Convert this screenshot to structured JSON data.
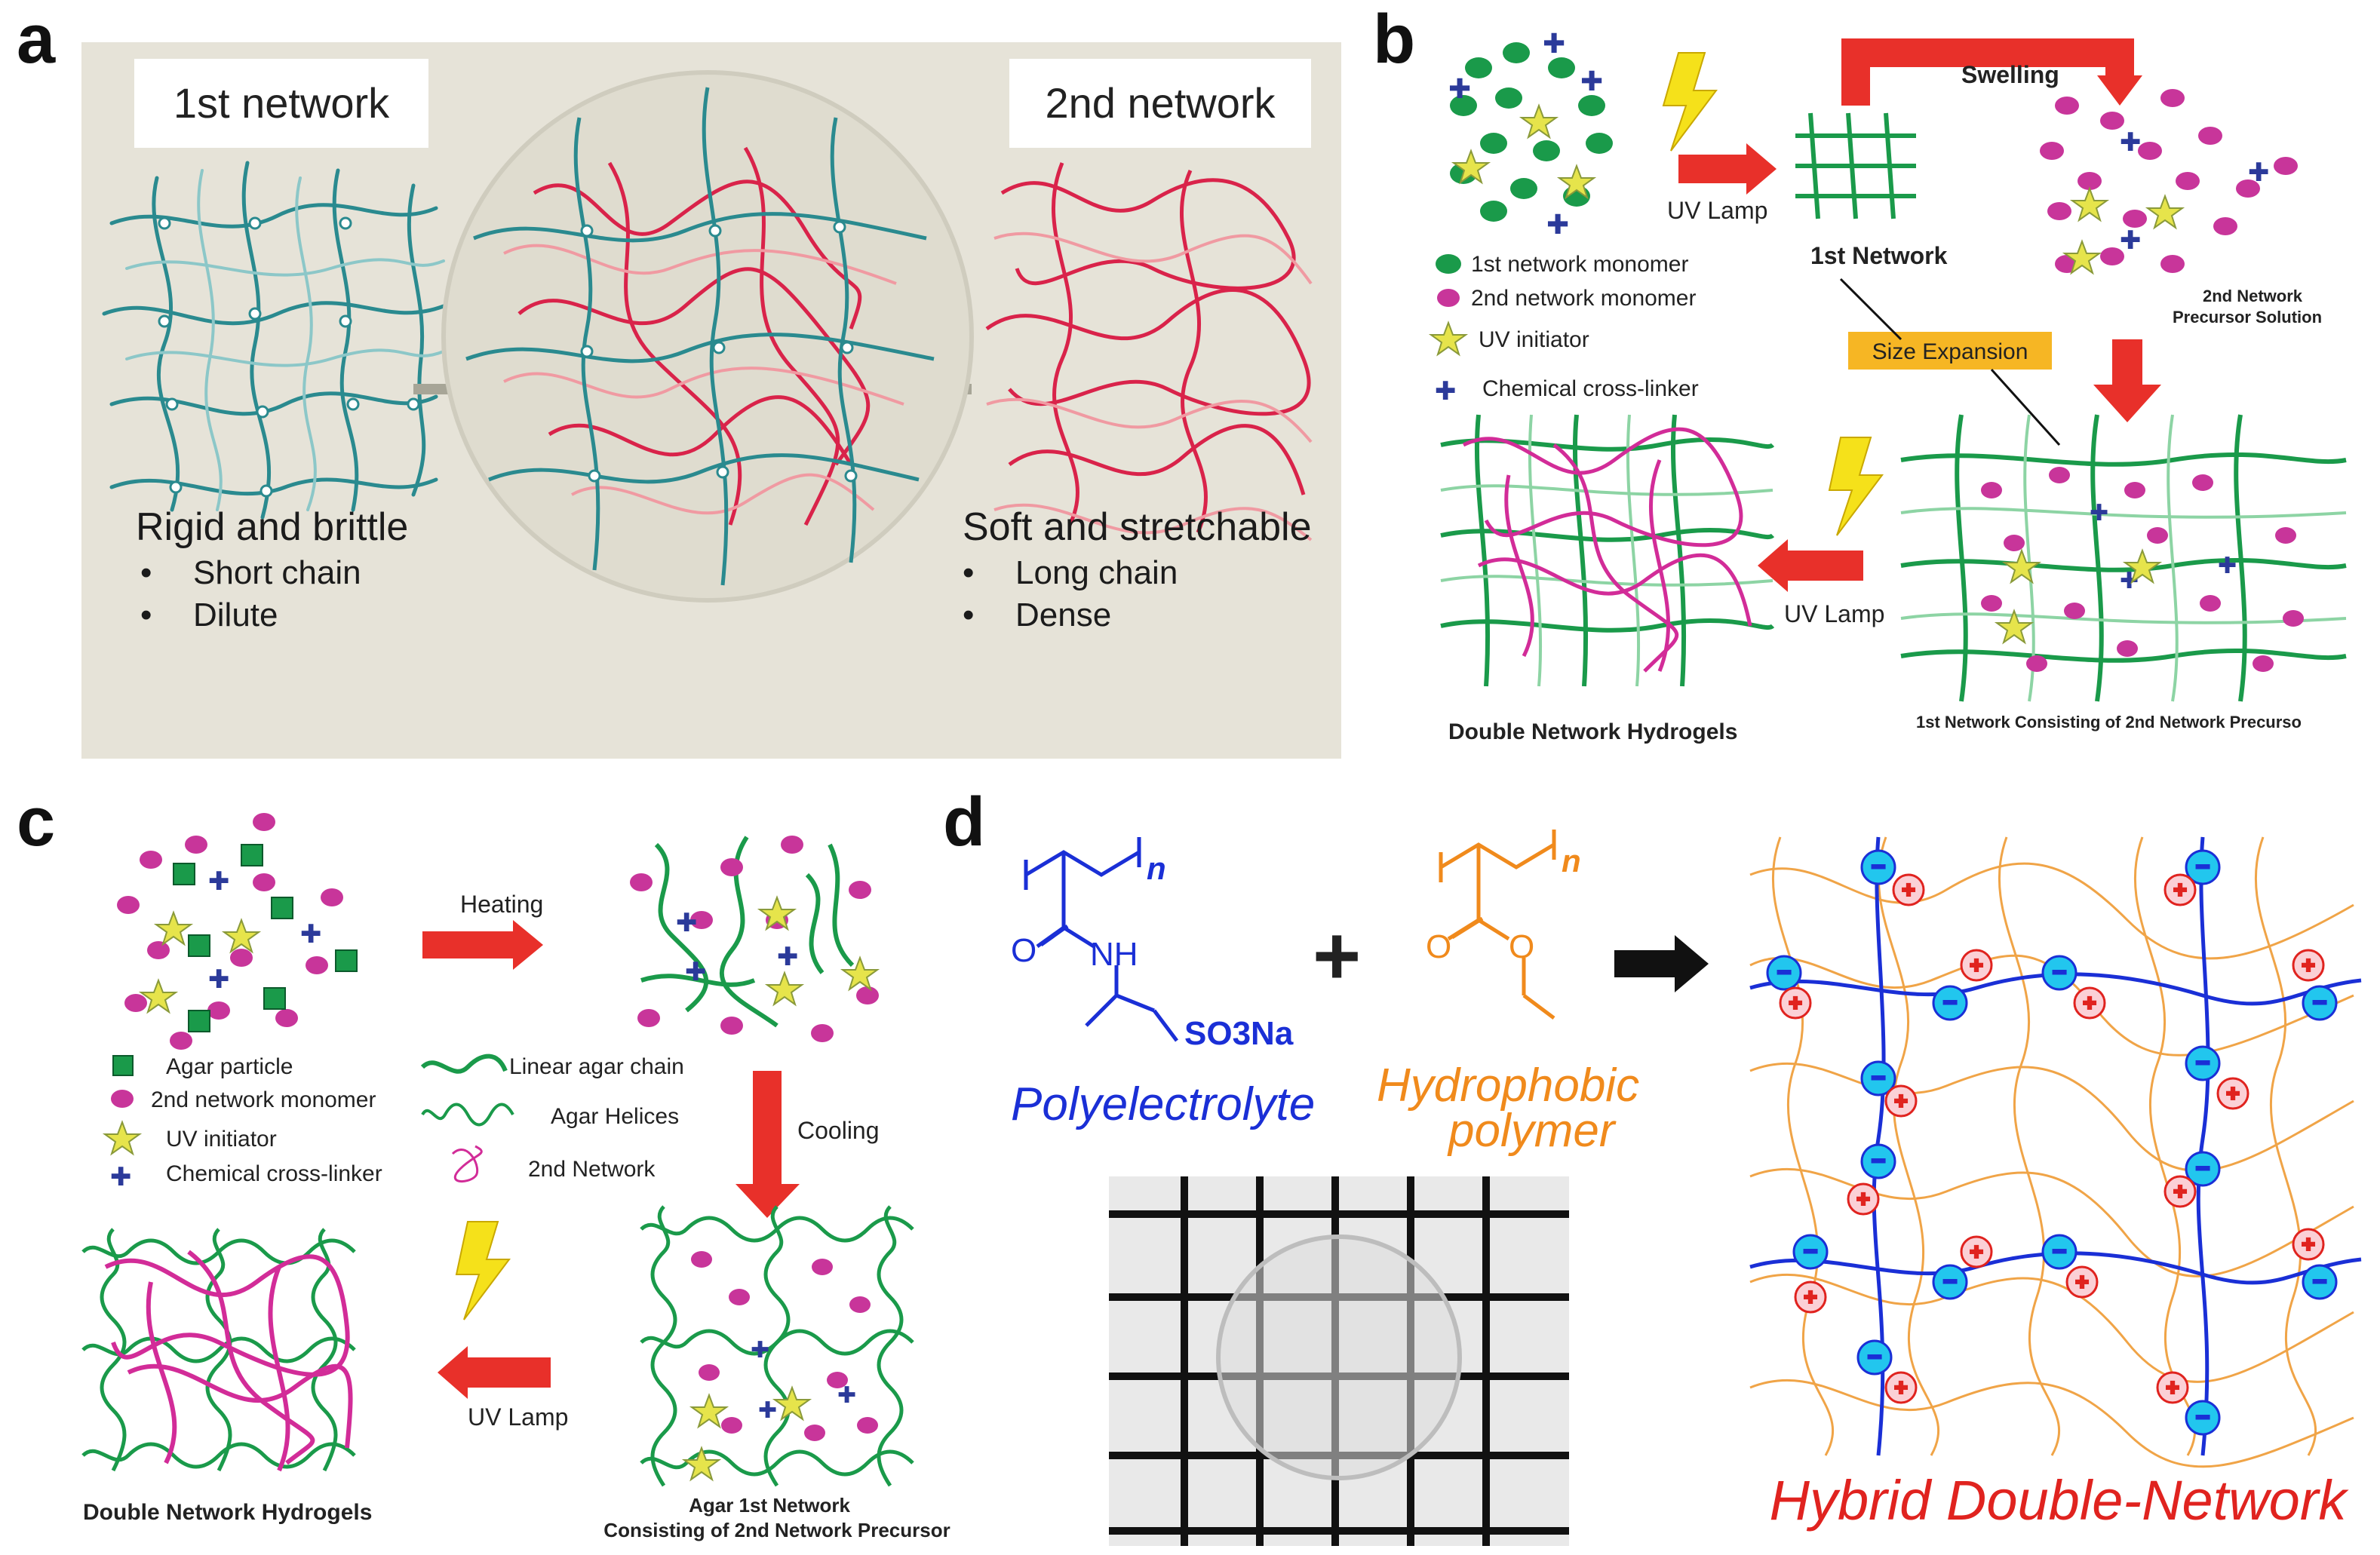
{
  "panel_a": {
    "letter": "a",
    "first_network_title": "1st network",
    "second_network_title": "2nd network",
    "left_heading": "Rigid and brittle",
    "left_bullets": [
      "Short chain",
      "Dilute"
    ],
    "right_heading": "Soft and stretchable",
    "right_bullets": [
      "Long chain",
      "Dense"
    ],
    "colors": {
      "background": "#e6e3d8",
      "first_network": "#2a8a8f",
      "second_network": "#d9234a"
    }
  },
  "panel_b": {
    "letter": "b",
    "uv_lamp_1": "UV Lamp",
    "swelling": "Swelling",
    "first_network": "1st Network",
    "second_network_precursor": [
      "2nd Network",
      "Precursor Solution"
    ],
    "size_expansion": "Size Expansion",
    "legend": {
      "monomer1": "1st network monomer",
      "monomer2": "2nd network monomer",
      "initiator": "UV initiator",
      "crosslinker": "Chemical cross-linker"
    },
    "uv_lamp_2": "UV Lamp",
    "double_network": "Double Network Hydrogels",
    "consisting": "1st Network Consisting of 2nd Network Precurso",
    "colors": {
      "green": "#1a9a4a",
      "magenta": "#c8359a",
      "arrow": "#e8302a",
      "label_bg": "#f6b624"
    }
  },
  "panel_c": {
    "letter": "c",
    "heating": "Heating",
    "cooling": "Cooling",
    "uv_lamp": "UV Lamp",
    "legend": {
      "agar_particle": "Agar particle",
      "monomer2": "2nd network monomer",
      "initiator": "UV initiator",
      "crosslinker": "Chemical cross-linker",
      "linear_chain": "Linear agar chain",
      "helices": "Agar Helices",
      "network2": "2nd  Network"
    },
    "double_network": "Double Network Hydrogels",
    "agar_line1": "Agar 1st  Network",
    "agar_line2": "Consisting of 2nd Network Precursor"
  },
  "panel_d": {
    "letter": "d",
    "polyelectrolyte": "Polyelectrolyte",
    "hydrophobic_line1": "Hydrophobic",
    "hydrophobic_line2": "polymer",
    "so3na": "SO3Na",
    "n": "n",
    "nh": "NH",
    "o": "O",
    "plus": "+",
    "hybrid_title": "Hybrid Double-Network",
    "colors": {
      "blue": "#1a2fd6",
      "orange": "#f08a1c",
      "red": "#e0231f",
      "cyan": "#22c6ee"
    }
  }
}
